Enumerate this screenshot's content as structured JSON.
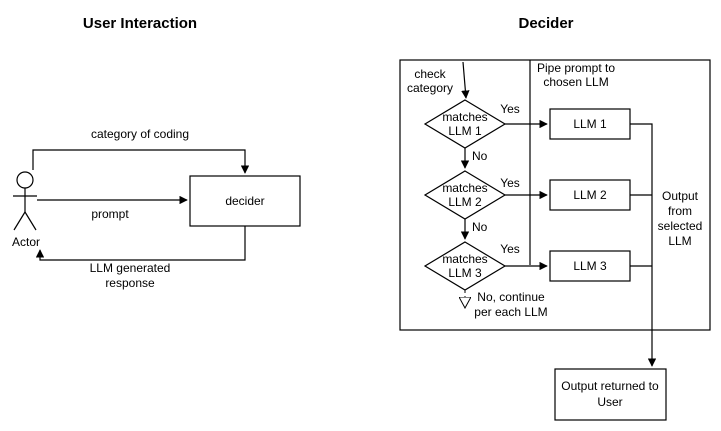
{
  "sections": {
    "user_interaction_title": "User Interaction",
    "decider_title": "Decider"
  },
  "left": {
    "actor_label": "Actor",
    "decider_box": "decider",
    "edge_category": "category of coding",
    "edge_prompt": "prompt",
    "edge_response": [
      "LLM generated",
      "response"
    ]
  },
  "right": {
    "check_category": [
      "check",
      "category"
    ],
    "pipe_prompt": [
      "Pipe prompt to",
      "chosen LLM"
    ],
    "diamonds": [
      {
        "line1": "matches",
        "line2": "LLM 1"
      },
      {
        "line1": "matches",
        "line2": "LLM 2"
      },
      {
        "line1": "matches",
        "line2": "LLM 3"
      }
    ],
    "yes_labels": [
      "Yes",
      "Yes",
      "Yes"
    ],
    "no_labels": [
      "No",
      "No"
    ],
    "llm_boxes": [
      "LLM 1",
      "LLM 2",
      "LLM 3"
    ],
    "continue_label": [
      "No, continue",
      "per each LLM"
    ],
    "output_label": [
      "Output",
      "from",
      "selected",
      "LLM"
    ],
    "returned_box": [
      "Output returned to",
      "User"
    ]
  }
}
